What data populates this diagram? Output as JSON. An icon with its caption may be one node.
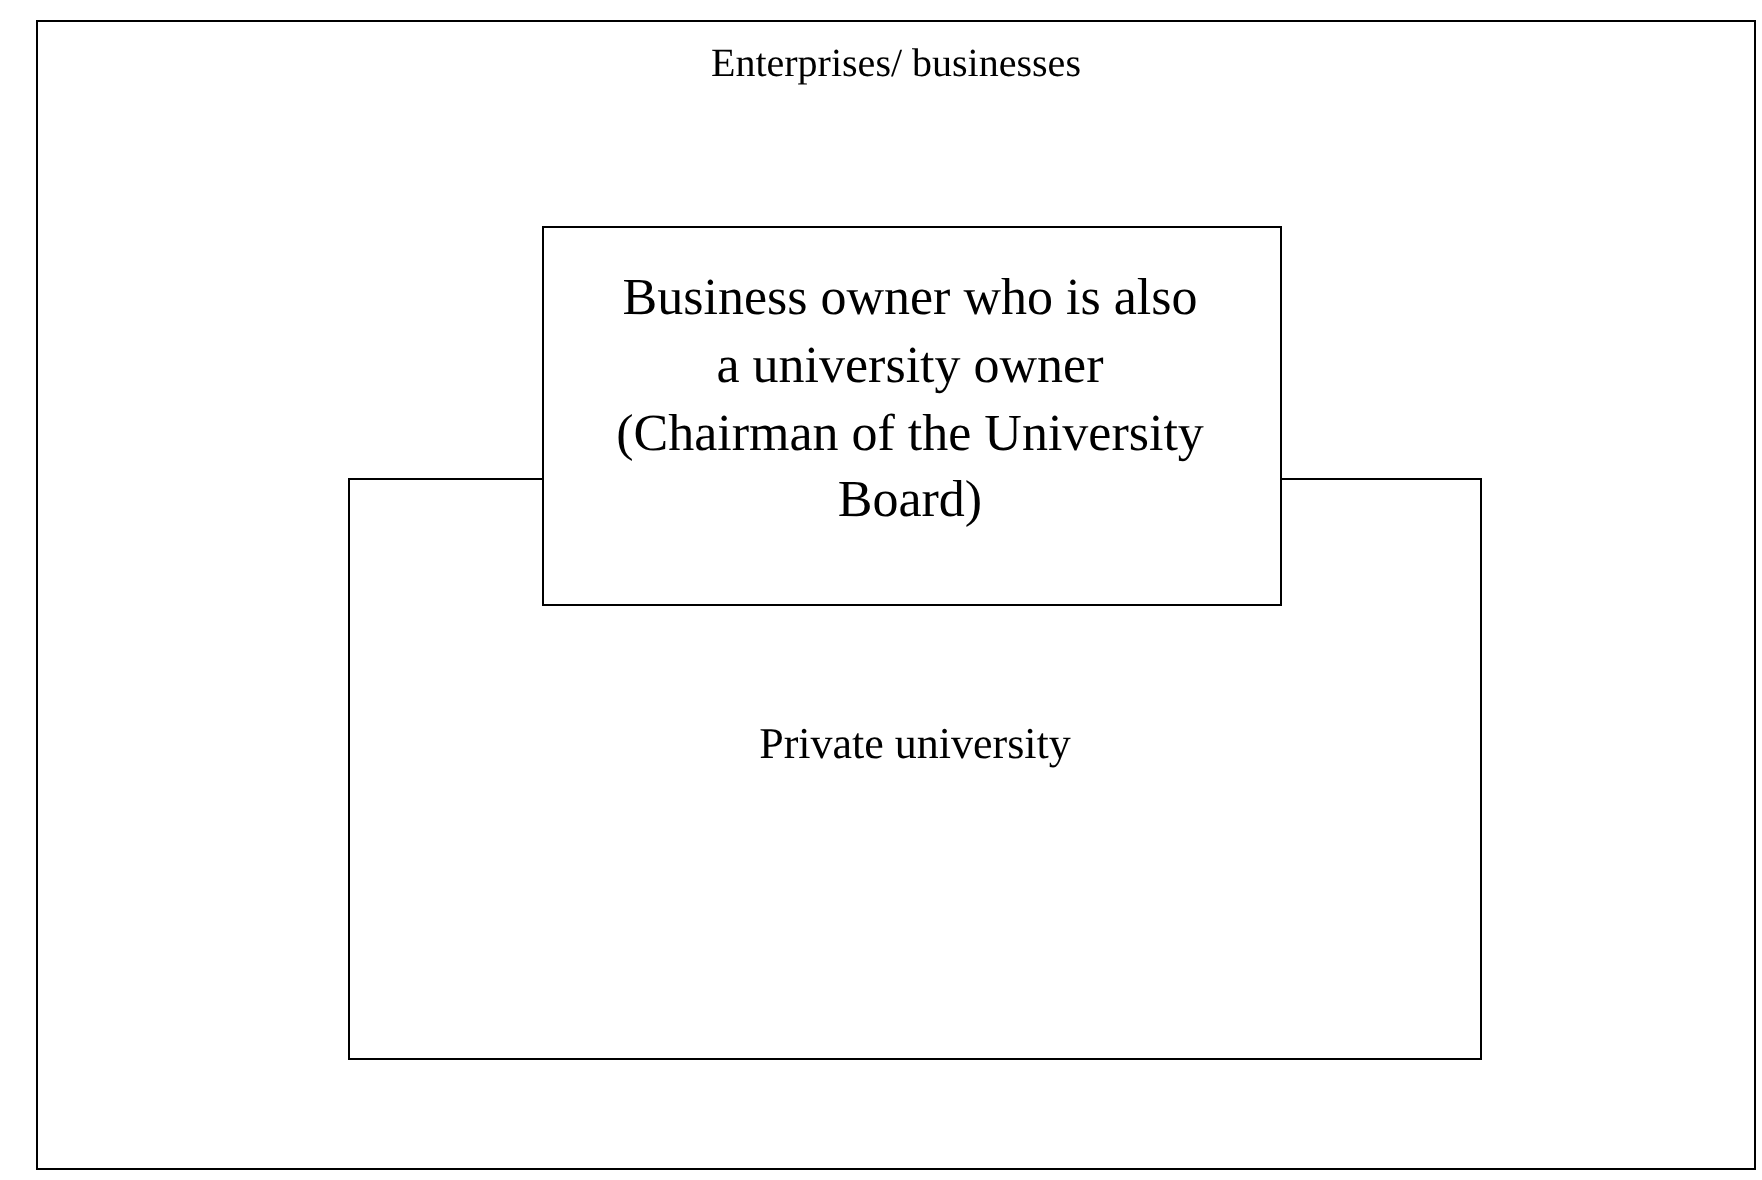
{
  "diagram": {
    "nodes": [
      {
        "text": [
          "Enterprises/ businesses"
        ]
      },
      {
        "text": [
          "Business owner who is also a university owner (Chairman of the University Board)"
        ],
        "in": 0
      },
      {
        "text": [
          "Private university"
        ],
        "in": 0
      }
    ],
    "edges": []
  }
}
